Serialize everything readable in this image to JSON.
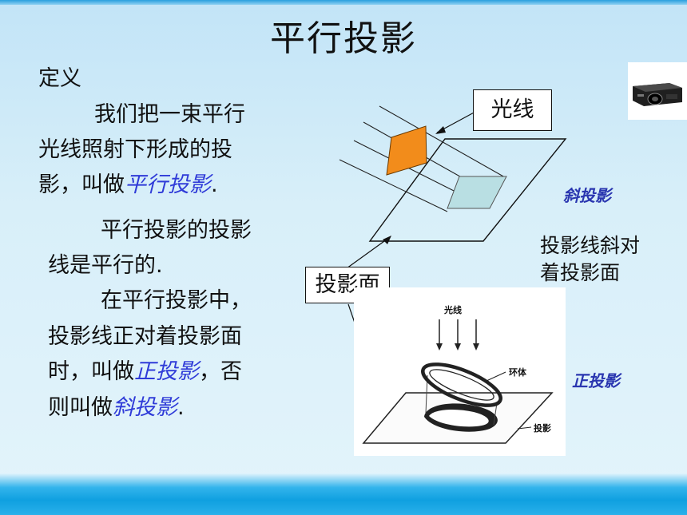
{
  "title": "平行投影",
  "definition": {
    "heading": "定义",
    "line1": "我们把一束平行",
    "line2": "光线照射下形成的投",
    "line3_a": "影，叫做",
    "line3_em": "平行投影",
    "line3_end": "."
  },
  "para2": {
    "line1": "平行投影的投影",
    "line2": "线是平行的."
  },
  "para3": {
    "line1": "在平行投影中，",
    "line2": "投影线正对着投影面",
    "line3_a": "时，叫做",
    "line3_em": "正投影",
    "line3_b": "，否",
    "line4_a": "则叫做",
    "line4_em": "斜投影",
    "line4_end": "."
  },
  "diagram": {
    "light_label": "光线",
    "plane_label": "投影面",
    "oblique_caption": "斜投影",
    "oblique_desc_1": "投影线斜对",
    "oblique_desc_2": "着投影面",
    "ortho_caption": "正投影",
    "photo_light": "光线",
    "photo_ring": "环体",
    "photo_shadow": "投影"
  },
  "colors": {
    "emphasis": "#2f3bd8",
    "caption": "#2a36b0",
    "orange_shape": "#f28c1b",
    "shadow_shape": "#b9dfe3"
  },
  "icons": {
    "projector": "projector-icon"
  }
}
